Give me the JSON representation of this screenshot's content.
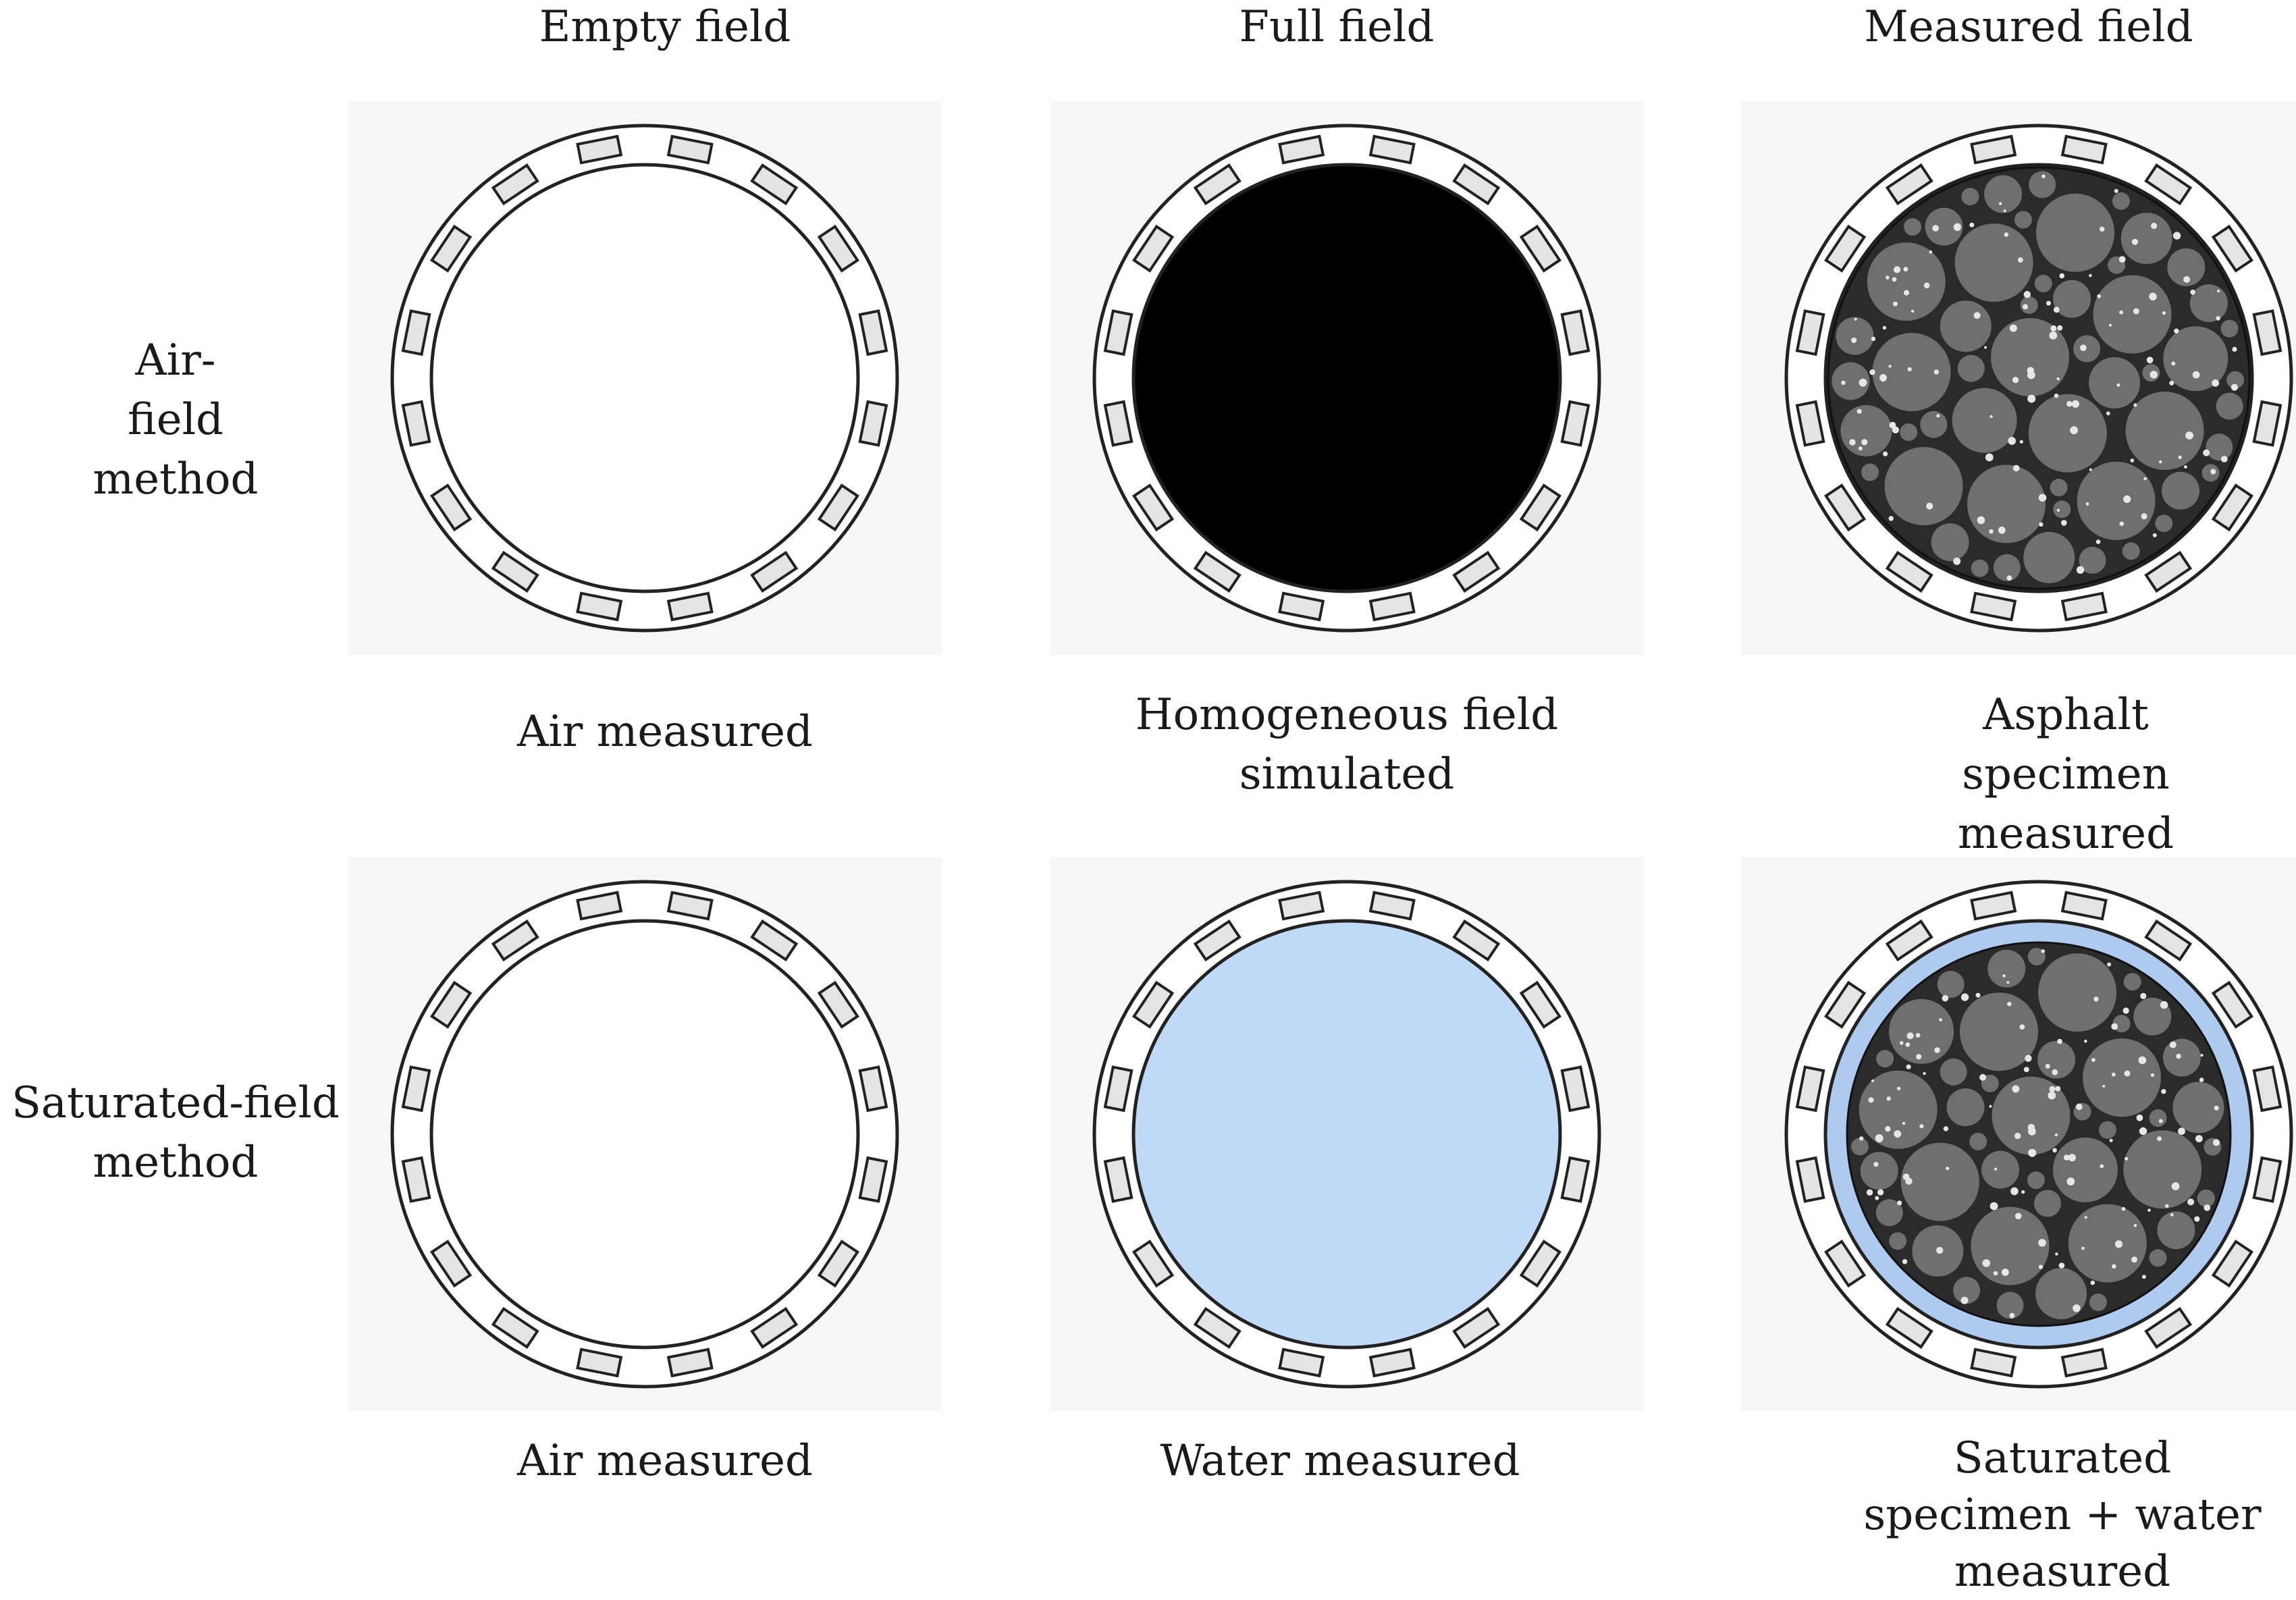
{
  "columns": [
    {
      "title": "Empty field"
    },
    {
      "title": "Full field"
    },
    {
      "title": "Measured field"
    }
  ],
  "rows": [
    {
      "label": "Air-field method",
      "captions": [
        "Air measured",
        "Homogeneous field simulated",
        "Asphalt specimen measured"
      ]
    },
    {
      "label": "Saturated-field method",
      "captions": [
        "Air measured",
        "Water measured",
        "Saturated specimen + water measured"
      ]
    }
  ],
  "colors": {
    "full_field_fill": "#000000",
    "water_fill": "#bfd9f6",
    "water_ring": "#aecbef",
    "specimen_matrix": "#2b2b2b",
    "aggregate": "#6f6f6f",
    "electrode_fill": "#e4e4e4"
  },
  "icons": [
    "sensor-ring-icon",
    "electrode-icon"
  ]
}
